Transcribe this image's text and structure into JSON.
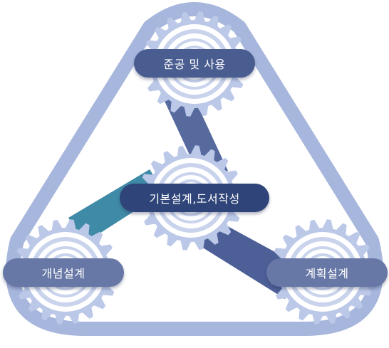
{
  "colors": {
    "ring": "#a7b6dc",
    "gear": "#bcc8e8",
    "gear_hub": "#c9d3ec",
    "link_top": "#566a9e",
    "link_left": "#3f8aa6",
    "link_right": "#4d5f97",
    "pill_dark": "#2f4579",
    "pill_mid": "#4a5d91",
    "pill_light": "#6778a6"
  },
  "stages": {
    "top": {
      "label": "준공 및 사용"
    },
    "center": {
      "label": "기본설계,도서작성"
    },
    "left": {
      "label": "개념설계"
    },
    "right": {
      "label": "계획설계"
    }
  }
}
